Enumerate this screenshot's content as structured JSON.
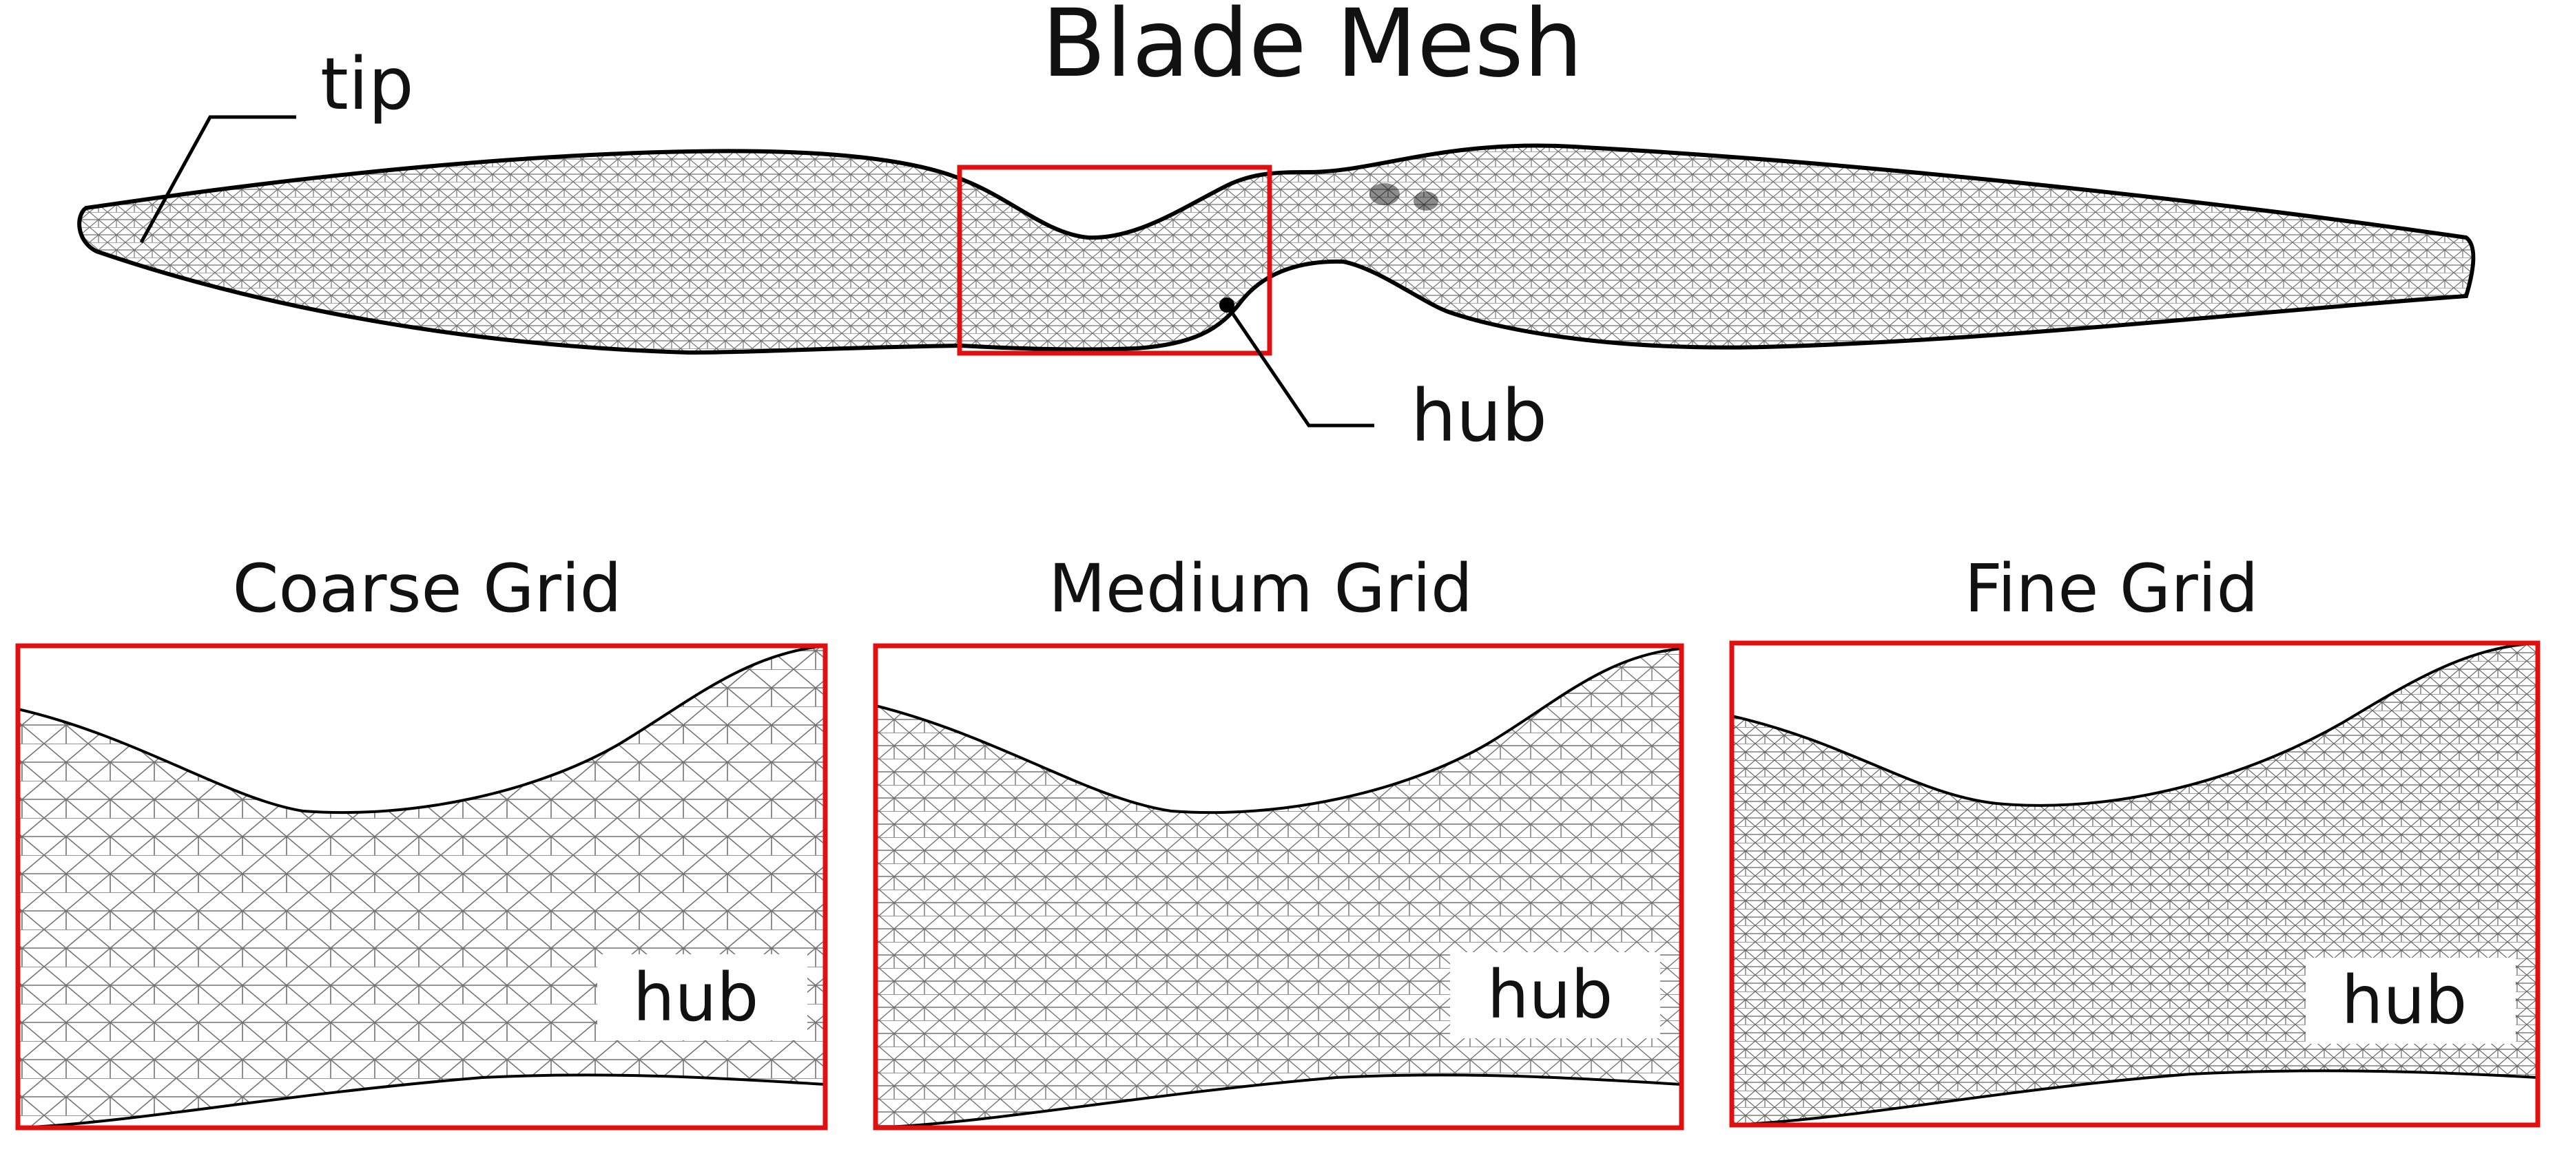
{
  "figure": {
    "title": "Blade Mesh",
    "callouts": {
      "tip": "tip",
      "hub": "hub"
    },
    "panels": [
      {
        "title": "Coarse Grid",
        "hub_label": "hub",
        "mesh_density": "coarse"
      },
      {
        "title": "Medium Grid",
        "hub_label": "hub",
        "mesh_density": "medium"
      },
      {
        "title": "Fine Grid",
        "hub_label": "hub",
        "mesh_density": "fine"
      }
    ],
    "colors": {
      "highlight_box": "#e01010",
      "mesh_line": "#000000",
      "text": "#111111"
    }
  }
}
